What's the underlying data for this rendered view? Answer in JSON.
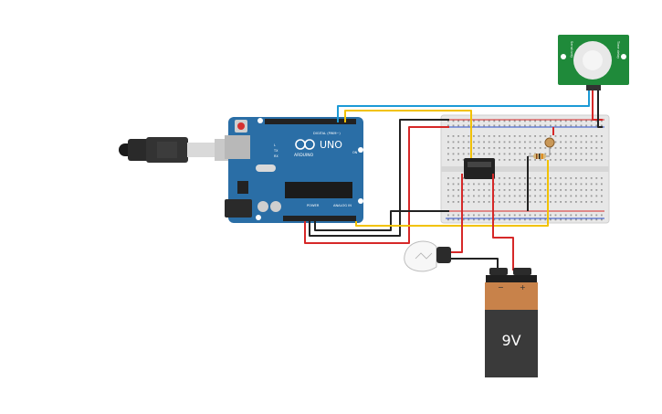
{
  "arduino": {
    "brand": "ARDUINO",
    "model": "UNO",
    "digital_label": "DIGITAL (PWM~)",
    "power_label": "POWER",
    "analog_label": "ANALOG IN",
    "on_label": "ON",
    "tx_label": "TX",
    "rx_label": "RX",
    "l_label": "L"
  },
  "battery": {
    "label": "9V",
    "plus": "+",
    "minus": "−"
  },
  "pir": {
    "left_text": "Sensitivity",
    "right_text": "Time delay"
  },
  "colors": {
    "arduino_board": "#2a6ea6",
    "breadboard": "#e7e7e7",
    "pir_board": "#1f8a3a",
    "battery_top": "#c8824a",
    "battery_body": "#3a3a3a",
    "wire_red": "#d62828",
    "wire_black": "#222222",
    "wire_yellow": "#f2c200",
    "wire_blue": "#1c9ad6"
  }
}
